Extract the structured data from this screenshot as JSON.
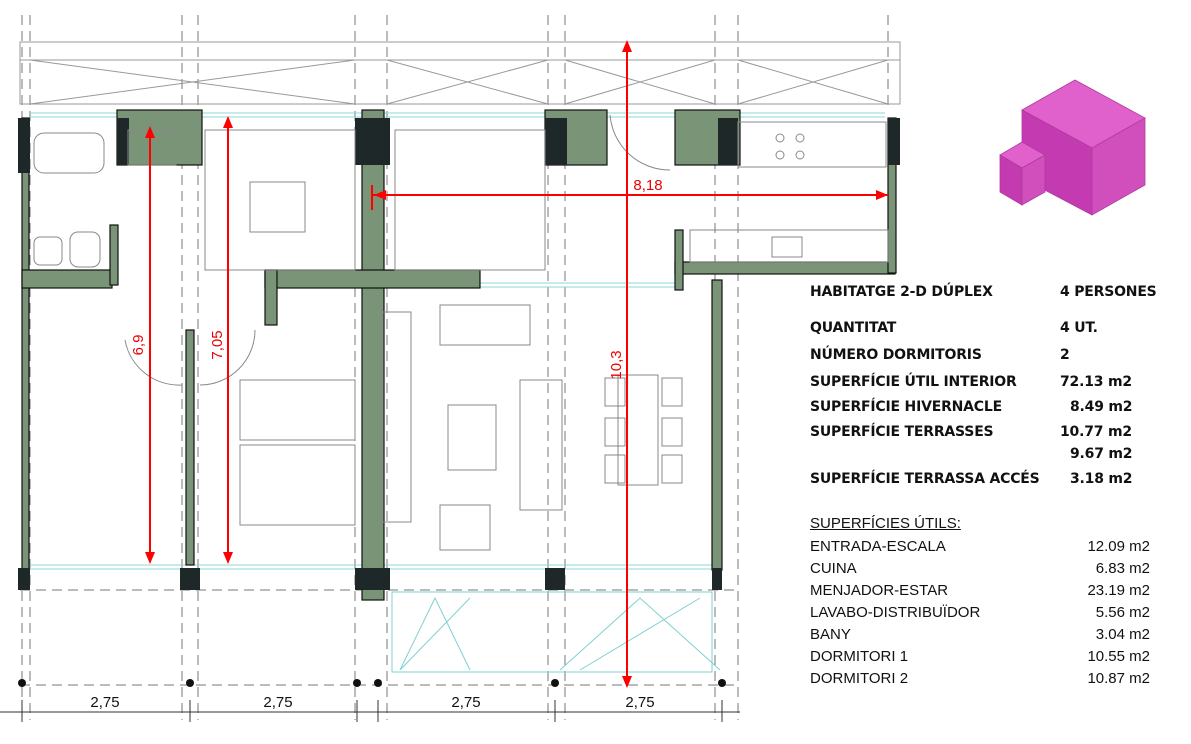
{
  "plan": {
    "dimensions_horizontal": [
      "2,75",
      "2,75",
      "2,75",
      "2,75"
    ],
    "dimensions_red": {
      "d1": "6,9",
      "d2": "7,05",
      "d3": "10,3",
      "d4": "8,18"
    },
    "colors": {
      "wall": "#7a9477",
      "column": "#1f2828",
      "dimension": "#ff0000",
      "cube": "#d63fbf"
    }
  },
  "summary": {
    "title": "HABITATGE 2-D DÚPLEX",
    "persons": "4 PERSONES",
    "rows": [
      {
        "label": "QUANTITAT",
        "value": "4 UT."
      },
      {
        "label": "NÚMERO DORMITORIS",
        "value": "2"
      },
      {
        "label": "SUPERFÍCIE ÚTIL INTERIOR",
        "value": "72.13 m2"
      },
      {
        "label": "SUPERFÍCIE HIVERNACLE",
        "value": "8.49 m2"
      },
      {
        "label": "SUPERFÍCIE TERRASSES",
        "value": "10.77 m2"
      },
      {
        "label": "",
        "value": "9.67 m2"
      },
      {
        "label": "SUPERFÍCIE TERRASSA ACCÉS",
        "value": "3.18 m2"
      }
    ]
  },
  "useful": {
    "heading": "SUPERFÍCIES ÚTILS:",
    "rows": [
      {
        "label": "ENTRADA-ESCALA",
        "value": "12.09 m2"
      },
      {
        "label": "CUINA",
        "value": "6.83 m2"
      },
      {
        "label": "MENJADOR-ESTAR",
        "value": "23.19 m2"
      },
      {
        "label": "LAVABO-DISTRIBUÏDOR",
        "value": "5.56 m2"
      },
      {
        "label": "BANY",
        "value": "3.04 m2"
      },
      {
        "label": "DORMITORI 1",
        "value": "10.55 m2"
      },
      {
        "label": "DORMITORI 2",
        "value": "10.87 m2"
      }
    ]
  }
}
